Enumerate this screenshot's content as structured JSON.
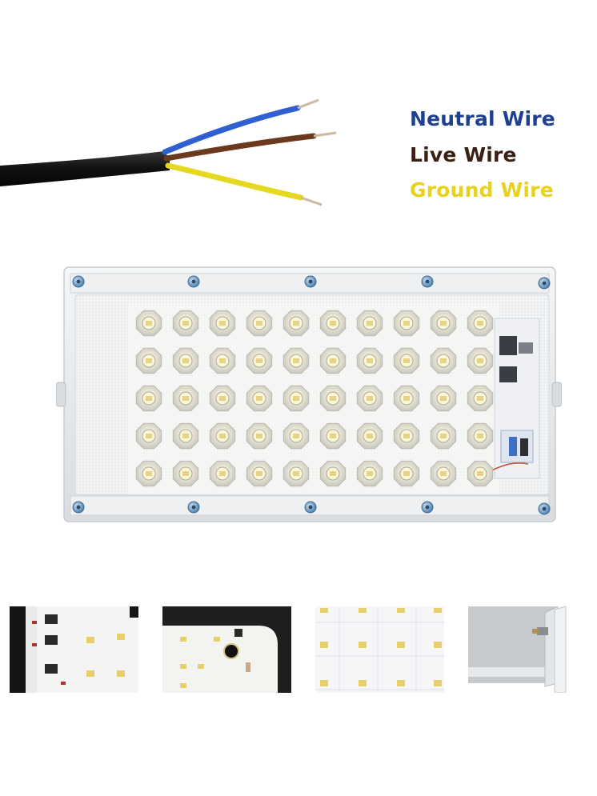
{
  "legend": {
    "neutral": "Neutral Wire",
    "live": "Live Wire",
    "ground": "Ground Wire"
  },
  "colors": {
    "neutral": "#1f3f8f",
    "live": "#3a1f14",
    "ground": "#e8d21e",
    "cable_jacket": "#141414",
    "wire_blue": "#2f5fd0",
    "wire_brown": "#6b3a1e",
    "wire_yellow": "#e6d820",
    "housing": "#e9ecee",
    "led_lens": "#f3f1e6"
  },
  "panel": {
    "led_rows": 5,
    "led_cols": 10
  },
  "thumbnails": [
    {
      "name": "driver-board-closeup"
    },
    {
      "name": "capacitor-board-closeup"
    },
    {
      "name": "smd-led-board-closeup"
    },
    {
      "name": "mounting-bracket-closeup"
    }
  ]
}
